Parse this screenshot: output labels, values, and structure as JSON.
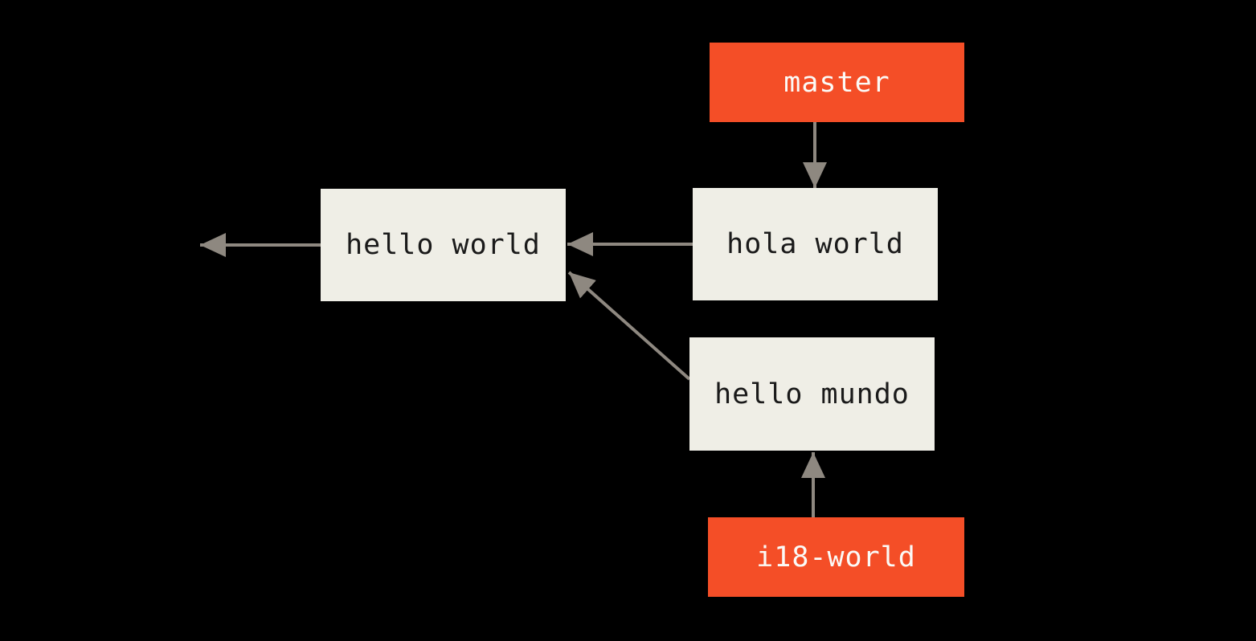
{
  "colors": {
    "background": "#000000",
    "branch_fill": "#f44e27",
    "branch_text": "#fbfaf7",
    "commit_fill": "#efeee6",
    "commit_text": "#1a1a1a",
    "arrow": "#8e8880"
  },
  "nodes": {
    "master": {
      "label": "master",
      "type": "branch-label"
    },
    "hola_world": {
      "label": "hola world",
      "type": "commit"
    },
    "hello_world": {
      "label": "hello world",
      "type": "commit"
    },
    "hello_mundo": {
      "label": "hello mundo",
      "type": "commit"
    },
    "i18_world": {
      "label": "i18-world",
      "type": "branch-label"
    }
  },
  "edges": [
    {
      "from": "master",
      "to": "hola_world",
      "direction": "down"
    },
    {
      "from": "hola_world",
      "to": "hello_world",
      "direction": "left"
    },
    {
      "from": "hello_world",
      "to": "off-canvas-left",
      "direction": "left"
    },
    {
      "from": "hello_mundo",
      "to": "hello_world",
      "direction": "up-left"
    },
    {
      "from": "i18_world",
      "to": "hello_mundo",
      "direction": "up"
    }
  ]
}
